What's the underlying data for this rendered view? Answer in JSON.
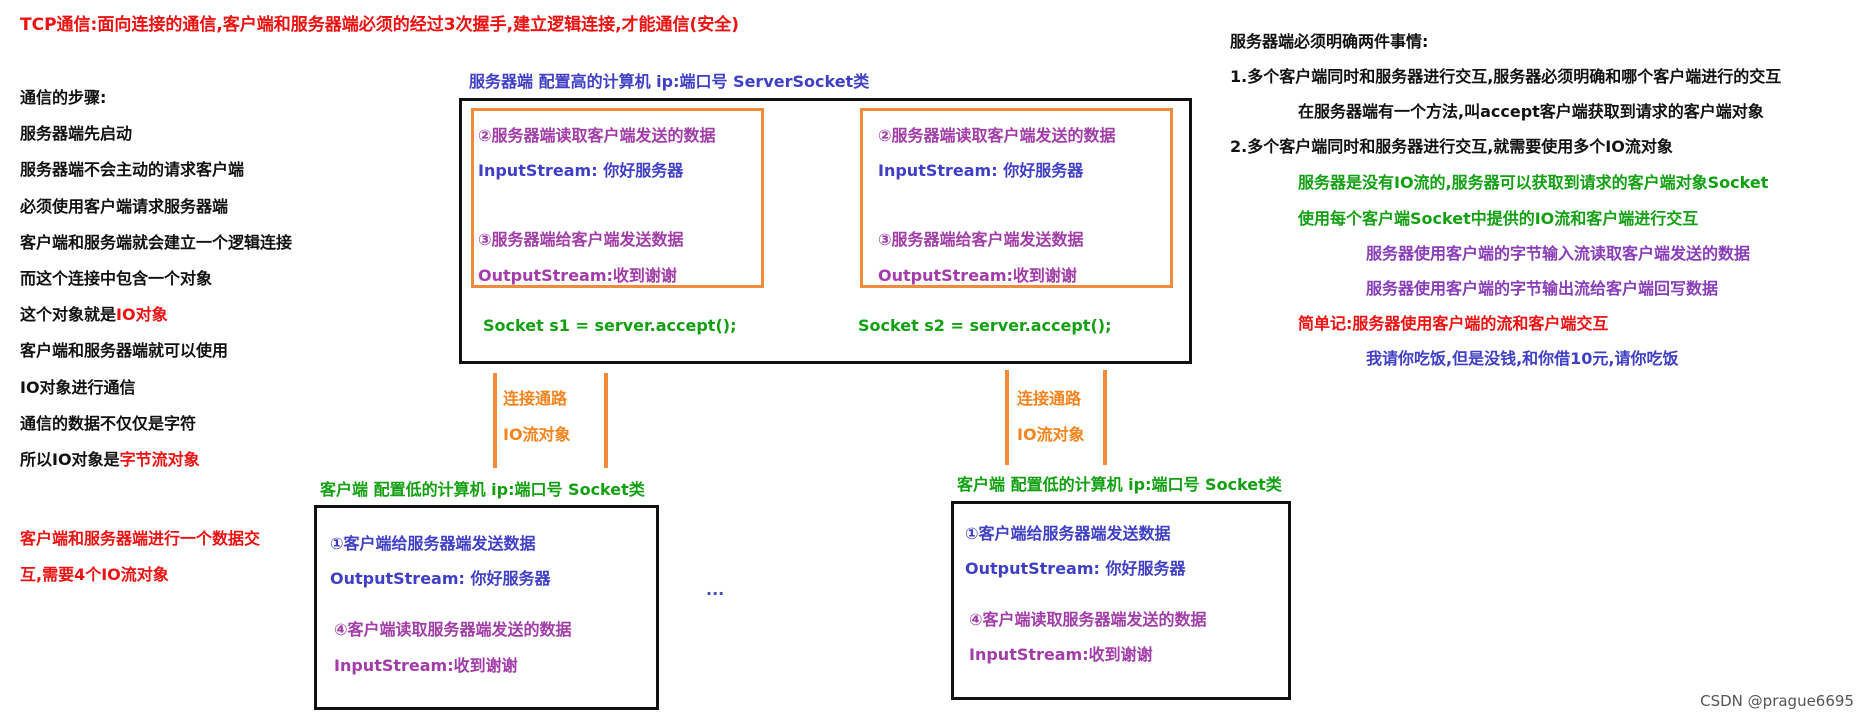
{
  "title": "TCP通信:面向连接的通信,客户端和服务器端必须的经过3次握手,建立逻辑连接,才能通信(安全)",
  "steps": {
    "heading": "通信的步骤:",
    "lines": [
      {
        "text": "服务器端先启动"
      },
      {
        "text": "服务器端不会主动的请求客户端"
      },
      {
        "text": "必须使用客户端请求服务器端"
      },
      {
        "text": "客户端和服务端就会建立一个逻辑连接"
      },
      {
        "text": "而这个连接中包含一个对象"
      },
      {
        "pre": "这个对象就是",
        "hl": "IO对象"
      },
      {
        "text": "客户端和服务器端就可以使用"
      },
      {
        "text": "IO对象进行通信"
      },
      {
        "text": "通信的数据不仅仅是字符"
      },
      {
        "pre": "所以IO对象是",
        "hl": "字节流对象"
      }
    ]
  },
  "note": {
    "line1": "客户端和服务器端进行一个数据交",
    "line2": "互,需要4个IO流对象"
  },
  "server": {
    "caption": "服务器端 配置高的计算机 ip:端口号 ServerSocket类",
    "read_step": "②服务器端读取客户端发送的数据",
    "read_stream": "InputStream: 你好服务器",
    "send_step": "③服务器端给客户端发送数据",
    "send_stream": "OutputStream:收到谢谢",
    "socket1": "Socket s1 = server.accept();",
    "socket2": "Socket s2 = server.accept();"
  },
  "connection": {
    "line1": "连接通路",
    "line2": "IO流对象"
  },
  "client": {
    "caption": "客户端 配置低的计算机 ip:端口号  Socket类",
    "send_step": "①客户端给服务器端发送数据",
    "send_stream": "OutputStream: 你好服务器",
    "read_step": "④客户端读取服务器端发送的数据",
    "read_stream": "InputStream:收到谢谢"
  },
  "ellipsis": "...",
  "right": {
    "heading": "服务器端必须明确两件事情:",
    "item1": "1.多个客户端同时和服务器进行交互,服务器必须明确和哪个客户端进行的交互",
    "item1_sub": "在服务器端有一个方法,叫accept客户端获取到请求的客户端对象",
    "item2": "2.多个客户端同时和服务器进行交互,就需要使用多个IO流对象",
    "green1": "服务器是没有IO流的,服务器可以获取到请求的客户端对象Socket",
    "green2": "使用每个客户端Socket中提供的IO流和客户端进行交互",
    "violet1": "服务器使用客户端的字节输入流读取客户端发送的数据",
    "violet2": "服务器使用客户端的字节输出流给客户端回写数据",
    "red_note": "简单记:服务器使用客户端的流和客户端交互",
    "blue_note": "我请你吃饭,但是没钱,和你借10元,请你吃饭"
  },
  "watermark": "CSDN @prague6695"
}
